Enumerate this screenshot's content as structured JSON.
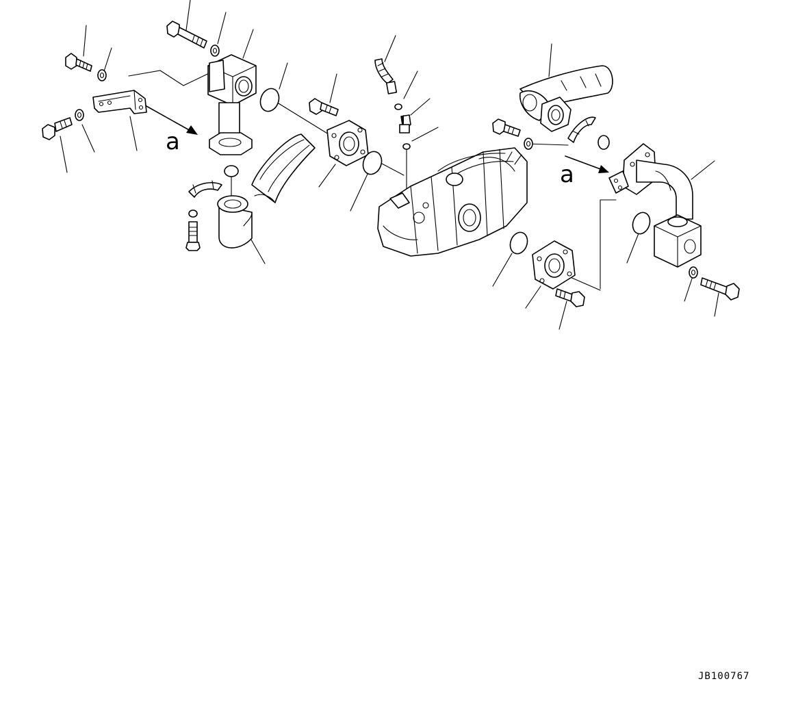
{
  "diagram": {
    "callouts": {
      "left": "a",
      "right": "a"
    },
    "drawing_number": "JB100767"
  },
  "colors": {
    "line": "#000000",
    "background": "#ffffff"
  }
}
